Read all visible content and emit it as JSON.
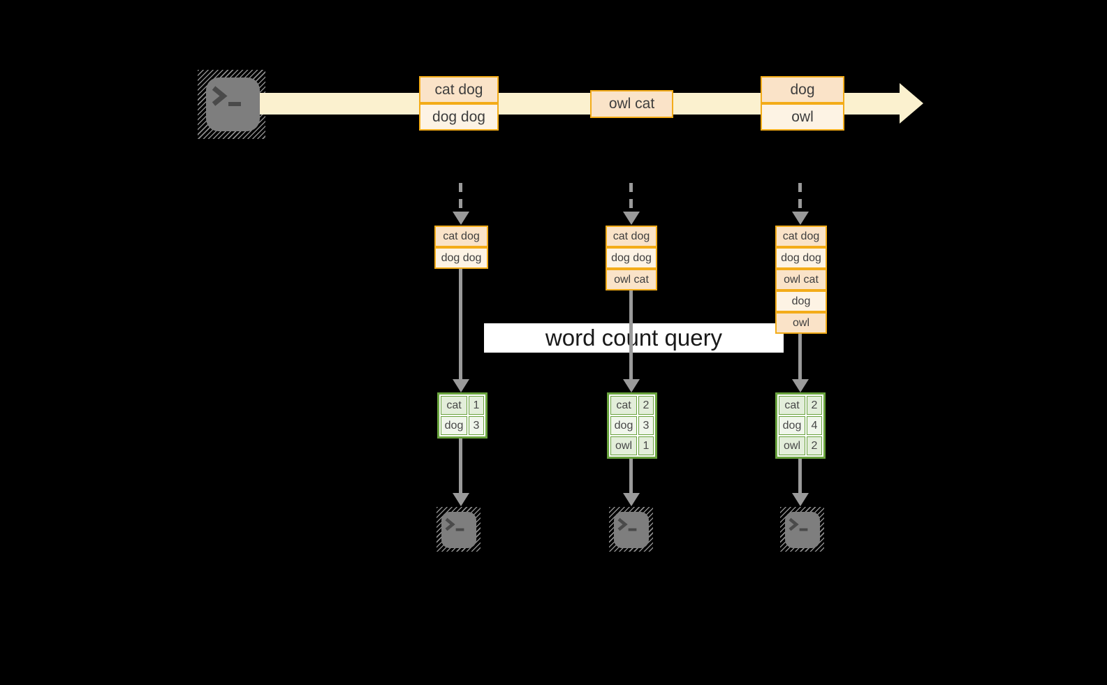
{
  "query_label": "word count query",
  "timeline": {
    "events": [
      {
        "lines": [
          "cat dog",
          "dog dog"
        ]
      },
      {
        "lines": [
          "owl cat"
        ]
      },
      {
        "lines": [
          "dog",
          "owl"
        ]
      }
    ]
  },
  "columns": [
    {
      "buffer": [
        "cat dog",
        "dog dog"
      ],
      "counts": [
        {
          "word": "cat",
          "count": "1"
        },
        {
          "word": "dog",
          "count": "3"
        }
      ]
    },
    {
      "buffer": [
        "cat dog",
        "dog dog",
        "owl cat"
      ],
      "counts": [
        {
          "word": "cat",
          "count": "2"
        },
        {
          "word": "dog",
          "count": "3"
        },
        {
          "word": "owl",
          "count": "1"
        }
      ]
    },
    {
      "buffer": [
        "cat dog",
        "dog dog",
        "owl cat",
        "dog",
        "owl"
      ],
      "counts": [
        {
          "word": "cat",
          "count": "2"
        },
        {
          "word": "dog",
          "count": "4"
        },
        {
          "word": "owl",
          "count": "2"
        }
      ]
    }
  ],
  "icons": {
    "source": "terminal-icon",
    "sink": "terminal-icon"
  },
  "colors": {
    "background": "#000000",
    "stream_arrow": "#fbf1cf",
    "event_border": "#f3ac19",
    "event_fill_peach": "#fae3c8",
    "event_fill_cream": "#fdf3e4",
    "table_border": "#69a23d",
    "table_fill_dark": "#e3eeda",
    "table_fill_light": "#f0f6eb",
    "flow_arrow_gray": "#9a9a9a",
    "terminal_gray": "#7e7e7e",
    "query_band_bg": "#ffffff"
  }
}
